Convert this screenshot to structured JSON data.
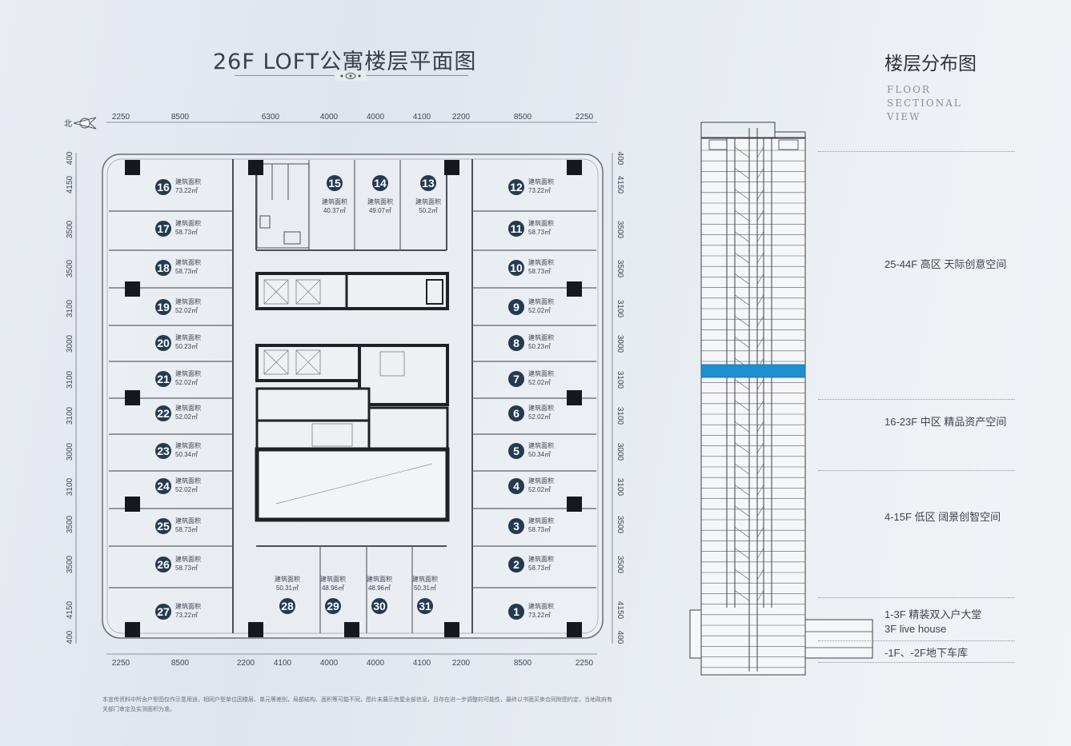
{
  "plan": {
    "title": "26F LOFT公寓楼层平面图",
    "north": "北",
    "area_label": "建筑面积",
    "dims_top": [
      "2250",
      "8500",
      "6300",
      "4000",
      "4000",
      "4100",
      "2200",
      "8500",
      "2250"
    ],
    "dims_bottom": [
      "2250",
      "8500",
      "2200",
      "4100",
      "4000",
      "4000",
      "4100",
      "2200",
      "8500",
      "2250"
    ],
    "dims_left": [
      "400",
      "4150",
      "3500",
      "3500",
      "3100",
      "3000",
      "3100",
      "3100",
      "3000",
      "3100",
      "3500",
      "3500",
      "4150",
      "400"
    ],
    "dims_right": [
      "400",
      "4150",
      "3500",
      "3500",
      "3100",
      "3000",
      "3100",
      "3100",
      "3000",
      "3100",
      "3500",
      "3500",
      "4150",
      "400"
    ],
    "units_left": [
      {
        "no": "16",
        "area": "73.22㎡"
      },
      {
        "no": "17",
        "area": "58.73㎡"
      },
      {
        "no": "18",
        "area": "58.73㎡"
      },
      {
        "no": "19",
        "area": "52.02㎡"
      },
      {
        "no": "20",
        "area": "50.23㎡"
      },
      {
        "no": "21",
        "area": "52.02㎡"
      },
      {
        "no": "22",
        "area": "52.02㎡"
      },
      {
        "no": "23",
        "area": "50.34㎡"
      },
      {
        "no": "24",
        "area": "52.02㎡"
      },
      {
        "no": "25",
        "area": "58.73㎡"
      },
      {
        "no": "26",
        "area": "58.73㎡"
      },
      {
        "no": "27",
        "area": "73.22㎡"
      }
    ],
    "units_right": [
      {
        "no": "12",
        "area": "73.22㎡"
      },
      {
        "no": "11",
        "area": "58.73㎡"
      },
      {
        "no": "10",
        "area": "58.73㎡"
      },
      {
        "no": "9",
        "area": "52.02㎡"
      },
      {
        "no": "8",
        "area": "50.23㎡"
      },
      {
        "no": "7",
        "area": "52.02㎡"
      },
      {
        "no": "6",
        "area": "52.02㎡"
      },
      {
        "no": "5",
        "area": "50.34㎡"
      },
      {
        "no": "4",
        "area": "52.02㎡"
      },
      {
        "no": "3",
        "area": "58.73㎡"
      },
      {
        "no": "2",
        "area": "58.73㎡"
      },
      {
        "no": "1",
        "area": "73.22㎡"
      }
    ],
    "units_top": [
      {
        "no": "15",
        "area": "40.37㎡"
      },
      {
        "no": "14",
        "area": "49.07㎡"
      },
      {
        "no": "13",
        "area": "50.2㎡"
      }
    ],
    "units_bottom": [
      {
        "no": "28",
        "area": "50.31㎡"
      },
      {
        "no": "29",
        "area": "48.96㎡"
      },
      {
        "no": "30",
        "area": "48.96㎡"
      },
      {
        "no": "31",
        "area": "50.31㎡"
      }
    ],
    "disclaimer": "本宣传资料中所含户型图仅作示意用途，相同户型单位因楼层、单元等差别，局部结构、面积等可能不同，图片未展示房屋全部信息，且存在进一步调整的可能性，最终以书面买卖合同附图约定，当地政府有关部门审定及实测面积为准。"
  },
  "section": {
    "title": "楼层分布图",
    "subtitle": [
      "FLOOR",
      "SECTIONAL",
      "VIEW"
    ],
    "zones": [
      {
        "label": "25-44F 高区 天际创意空间"
      },
      {
        "label": "16-23F 中区 精品资产空间"
      },
      {
        "label": "4-15F 低区 阔景创智空间"
      },
      {
        "label": "1-3F 精装双入户大堂"
      },
      {
        "label": "3F  live house"
      },
      {
        "label": "-1F、-2F地下车库"
      }
    ],
    "highlight_color": "#1e8fd0"
  }
}
